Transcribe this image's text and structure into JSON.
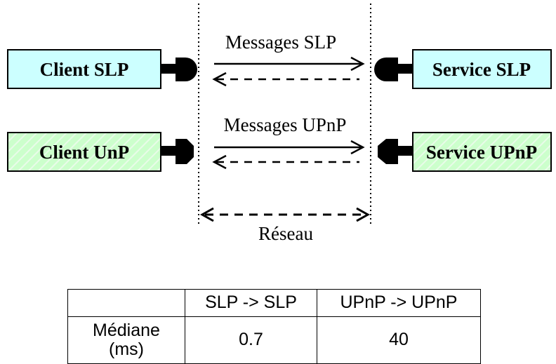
{
  "diagram": {
    "clients": {
      "slp": "Client SLP",
      "upnp": "Client UnP"
    },
    "services": {
      "slp": "Service SLP",
      "upnp": "Service UPnP"
    },
    "messages": {
      "slp": "Messages SLP",
      "upnp": "Messages UPnP"
    },
    "network_label": "Réseau",
    "colors": {
      "slp_fill": "#ccffff",
      "upnp_fill": "#ccffcc",
      "stroke": "#000000"
    }
  },
  "table": {
    "headers": [
      "",
      "SLP -> SLP",
      "UPnP -> UPnP"
    ],
    "rows": [
      {
        "label": "Médiane (ms)",
        "values": [
          "0.7",
          "40"
        ]
      }
    ]
  }
}
